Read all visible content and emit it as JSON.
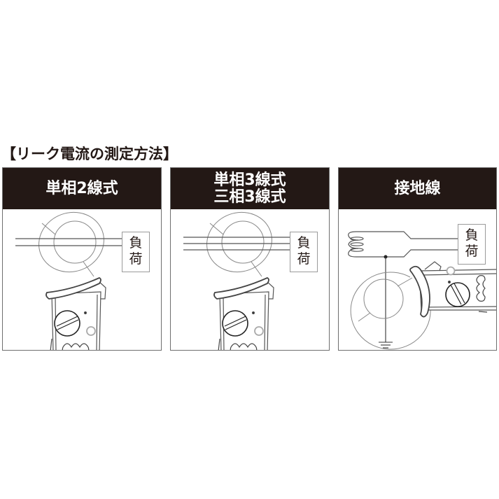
{
  "title": "【リーク電流の測定方法】",
  "panels": [
    {
      "id": "single-phase-2-wire",
      "header_lines": [
        "単相2線式"
      ],
      "wire_count": 2,
      "load_label": [
        "負",
        "荷"
      ]
    },
    {
      "id": "single-three-phase-3-wire",
      "header_lines": [
        "単相3線式",
        "三相3線式"
      ],
      "wire_count": 3,
      "load_label": [
        "負",
        "荷"
      ]
    },
    {
      "id": "ground-wire",
      "header_lines": [
        "接地線"
      ],
      "wire_count": 1,
      "load_label": [
        "負",
        "荷"
      ]
    }
  ],
  "colors": {
    "header_bg": "#231815",
    "header_text": "#ffffff",
    "line": "#555555",
    "border": "#6e6e6e"
  }
}
